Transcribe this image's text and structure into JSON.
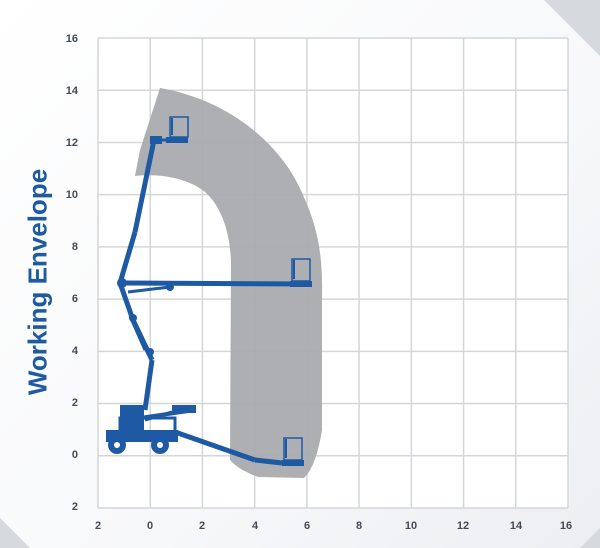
{
  "title": "Working Envelope",
  "axes": {
    "x_ticks": [
      "2",
      "0",
      "2",
      "4",
      "6",
      "8",
      "10",
      "12",
      "14",
      "16"
    ],
    "y_ticks": [
      "16",
      "14",
      "12",
      "10",
      "8",
      "6",
      "4",
      "2",
      "0",
      "2"
    ]
  },
  "colors": {
    "envelope": "#a9abae",
    "machine": "#1d5aa3",
    "grid": "#d4d6d9",
    "title": "#1e5aa0"
  }
}
